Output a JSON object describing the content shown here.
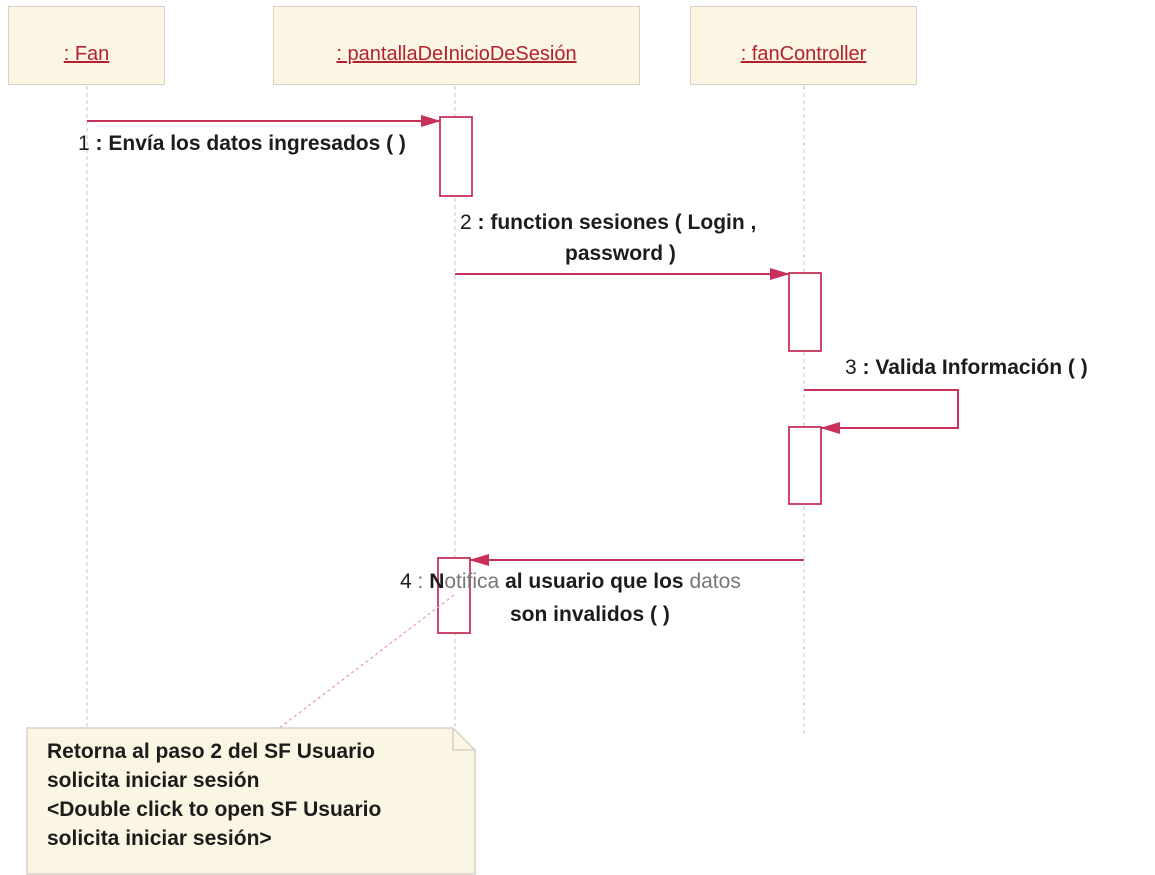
{
  "lifelines": {
    "fan": {
      "label": ": Fan",
      "icon": "actor-icon"
    },
    "pantalla": {
      "label": ": pantallaDeInicioDeSesión",
      "icon": "boundary-icon"
    },
    "controller": {
      "label": ": fanController",
      "icon": "control-icon"
    }
  },
  "messages": [
    {
      "number": "1",
      "text": ": Envía los datos ingresados (  )"
    },
    {
      "number": "2",
      "line1": ": function sesiones ( Login ,",
      "line2": "password )"
    },
    {
      "number": "3",
      "text": ": Valida Información (  )"
    },
    {
      "number": "4",
      "prefix": ": ",
      "highlight": "N",
      "part1": "otifica",
      "part2": " al usuario que los ",
      "part3": "datos",
      "line2": "son invalidos (  )"
    }
  ],
  "note": {
    "text": "Retorna al paso 2 del SF Usuario\nsolicita iniciar sesión\n<Double click to open SF Usuario\nsolicita iniciar sesión>"
  },
  "colors": {
    "accent": "#c8325a",
    "box_fill": "#fbf6e3",
    "lifeline": "#c9c9c9"
  }
}
